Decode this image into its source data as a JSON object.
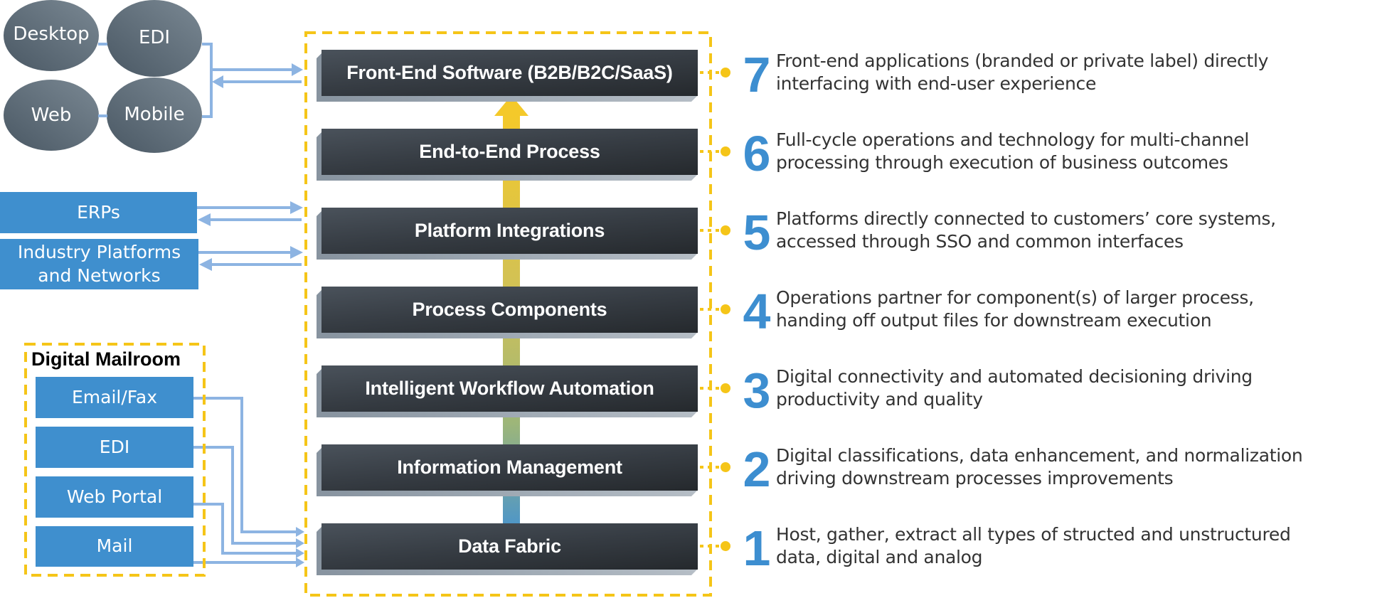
{
  "channels": {
    "ellipses": [
      {
        "label": "Desktop"
      },
      {
        "label": "EDI"
      },
      {
        "label": "Web"
      },
      {
        "label": "Mobile"
      }
    ]
  },
  "systems": [
    {
      "label": "ERPs"
    },
    {
      "label": "Industry Platforms and Networks"
    }
  ],
  "mailroom": {
    "title": "Digital Mailroom",
    "items": [
      {
        "label": "Email/Fax"
      },
      {
        "label": "EDI"
      },
      {
        "label": "Web Portal"
      },
      {
        "label": "Mail"
      }
    ]
  },
  "layers": [
    {
      "number": "7",
      "label": "Front-End Software (B2B/B2C/SaaS)",
      "description": [
        "Front-end applications (branded or private label) directly",
        "interfacing with end-user experience"
      ]
    },
    {
      "number": "6",
      "label": "End-to-End Process",
      "description": [
        "Full-cycle operations and technology for multi-channel",
        "processing through execution of business outcomes"
      ]
    },
    {
      "number": "5",
      "label": "Platform Integrations",
      "description": [
        "Platforms directly connected to customers’ core systems,",
        "accessed through SSO and common interfaces"
      ]
    },
    {
      "number": "4",
      "label": "Process Components",
      "description": [
        "Operations partner for component(s) of larger process,",
        "handing off output files for downstream execution"
      ]
    },
    {
      "number": "3",
      "label": "Intelligent Workflow Automation",
      "description": [
        "Digital connectivity and automated decisioning driving",
        "productivity and quality"
      ]
    },
    {
      "number": "2",
      "label": "Information Management",
      "description": [
        "Digital classifications, data enhancement, and normalization",
        "driving downstream processes improvements"
      ]
    },
    {
      "number": "1",
      "label": "Data Fabric",
      "description": [
        "Host, gather, extract all types of structed and unstructured",
        "data, digital and analog"
      ]
    }
  ],
  "colors": {
    "accent_blue": "#3D8ED0",
    "box_blue": "#3F8FCE",
    "connector_blue": "#8DB4E2",
    "dash_yellow": "#F5C518",
    "arrow_top": "#F4C92A",
    "arrow_mid": "#9DB679",
    "arrow_bottom": "#4E96C8",
    "ellipse_gray": "#5F6D78"
  }
}
